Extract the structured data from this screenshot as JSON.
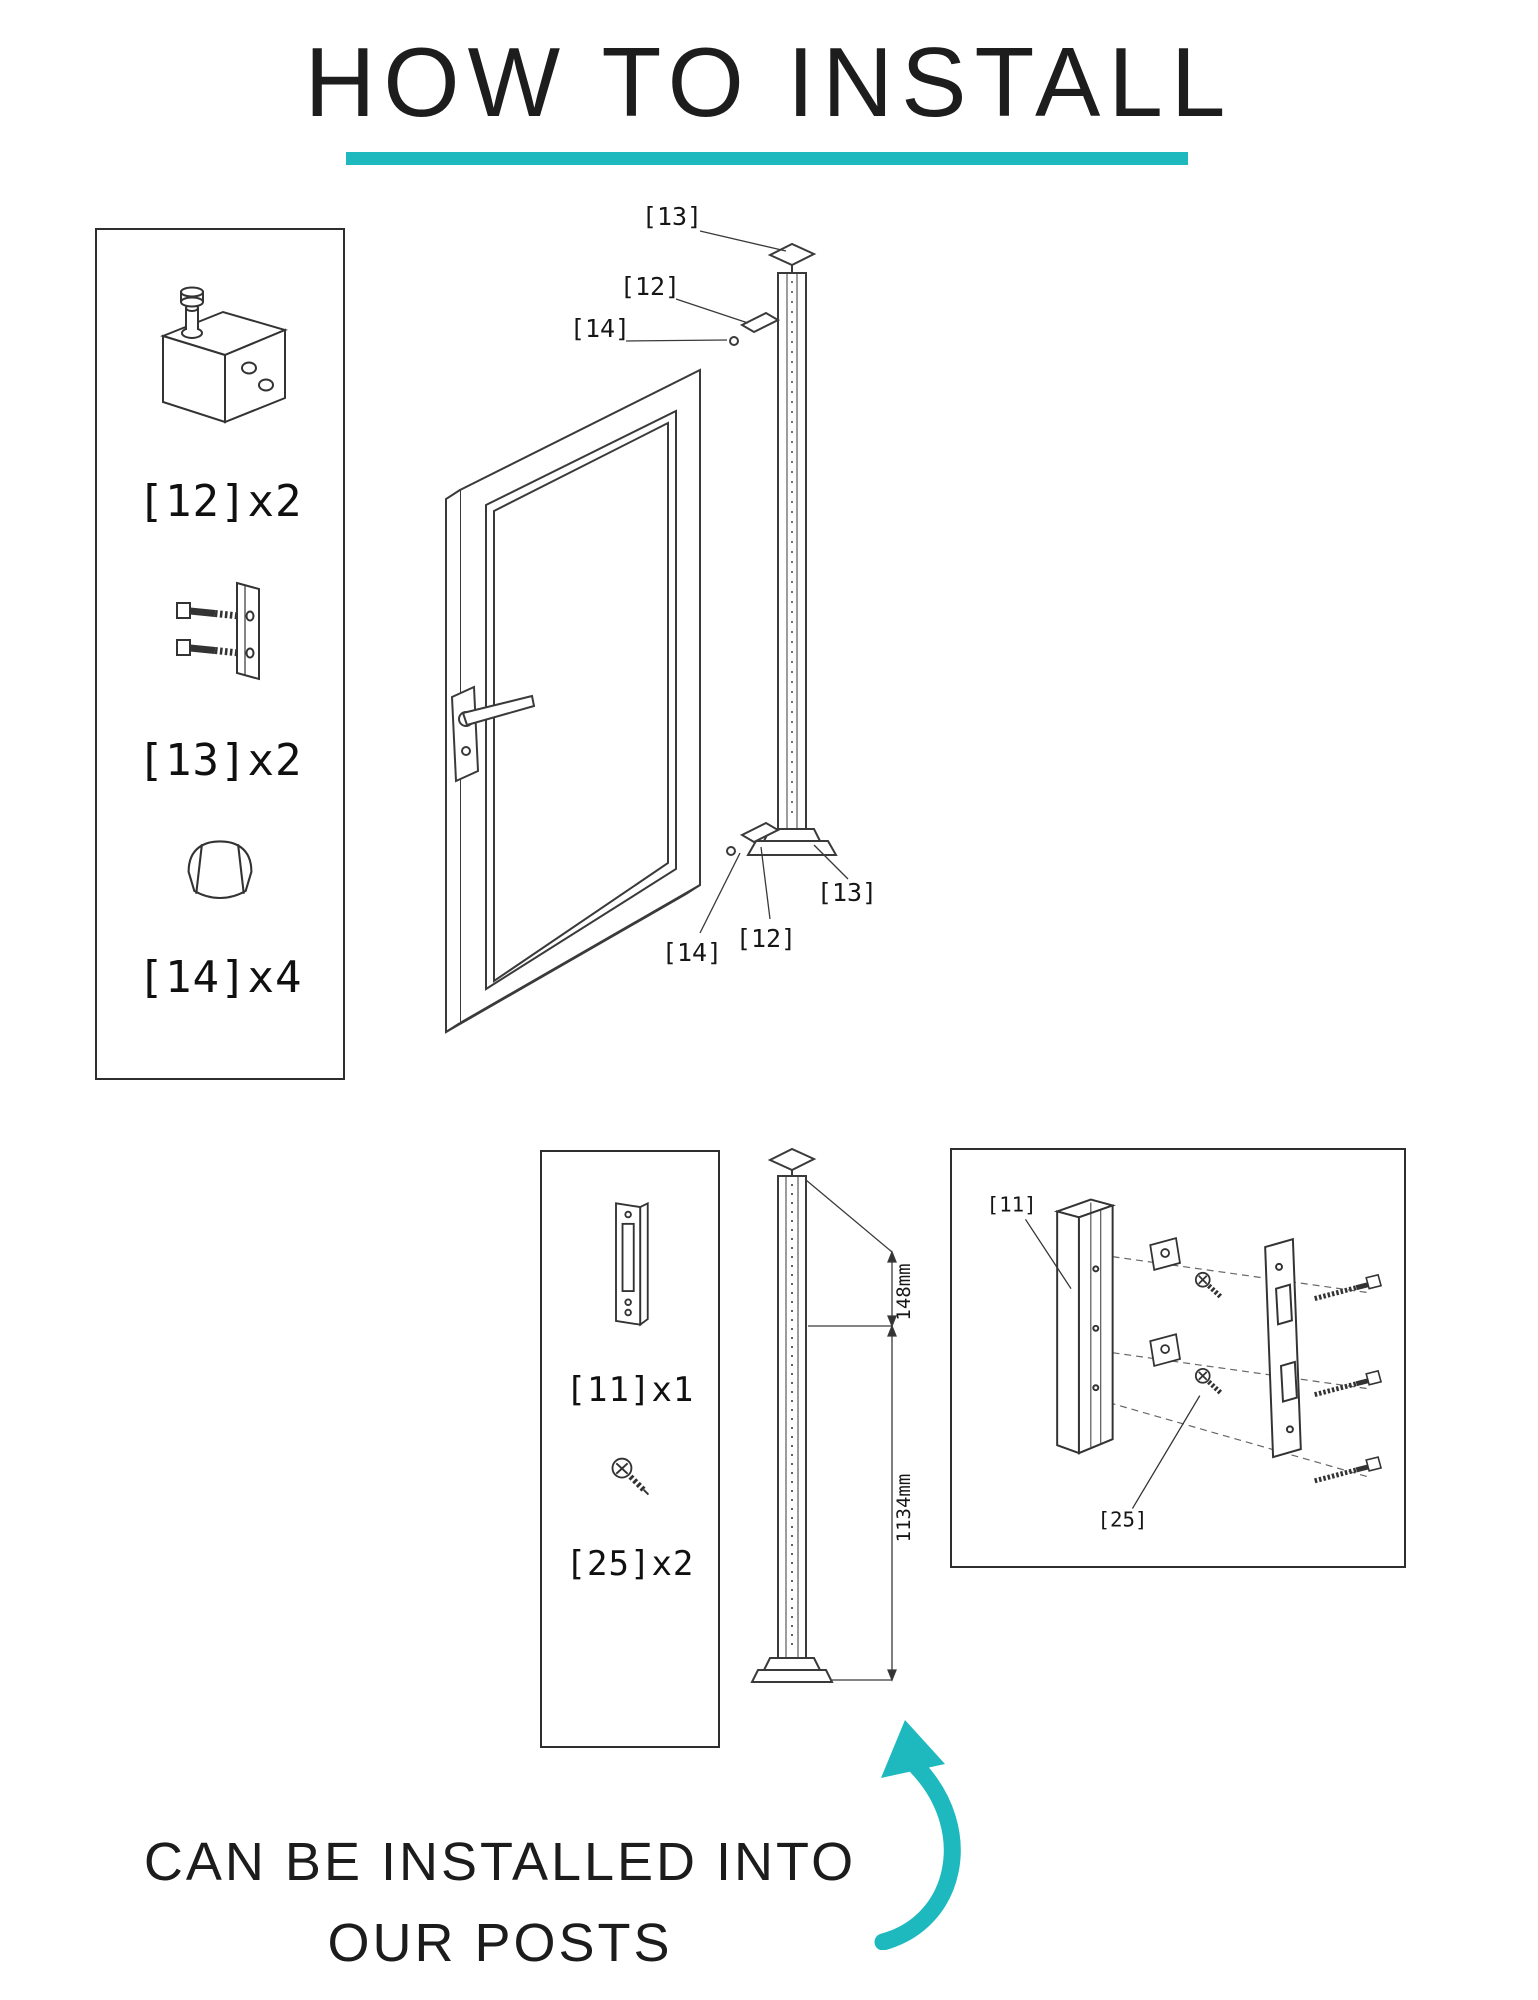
{
  "page": {
    "title": "HOW TO INSTALL",
    "accent_color": "#1EB9BE",
    "footer": {
      "line1": "CAN BE INSTALLED INTO",
      "line2": "OUR POSTS"
    }
  },
  "hardware_panel": {
    "items": [
      {
        "icon": "corner-bracket-icon",
        "label": "[12]x2"
      },
      {
        "icon": "hinge-bolts-icon",
        "label": "[13]x2"
      },
      {
        "icon": "cap-nut-icon",
        "label": "[14]x4"
      }
    ]
  },
  "gate_diagram": {
    "callouts_top": [
      "[13]",
      "[12]",
      "[14]"
    ],
    "callouts_bottom": [
      "[14]",
      "[12]",
      "[13]"
    ]
  },
  "post_panel": {
    "items": [
      {
        "icon": "keeper-plate-icon",
        "label": "[11]x1"
      },
      {
        "icon": "screw-icon",
        "label": "[25]x2"
      }
    ]
  },
  "post_dimensions": {
    "upper": "148mm",
    "lower": "1134mm"
  },
  "latch_panel": {
    "callouts": {
      "keeper": "[11]",
      "screw": "[25]"
    }
  }
}
